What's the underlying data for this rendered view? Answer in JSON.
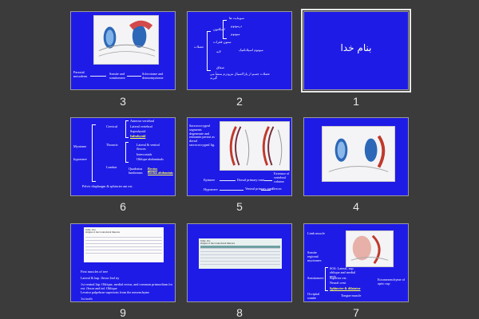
{
  "slides": [
    {
      "number": "3",
      "texts": [
        "Paraxial mesoderm",
        "Somite and somitomere",
        "Sclerotome and dermomyotome"
      ]
    },
    {
      "number": "2",
      "texts": [
        "سومایت ها",
        "اسکلتون",
        "درموتوم",
        "میوتوم",
        "عضلات",
        "ستون فقرات",
        "میوتوم اسپلانکنیک",
        "لایه",
        "صفاق",
        "عضلات جسم از پاراکسیال مزودرم منشأ می گیرند"
      ]
    },
    {
      "number": "1",
      "texts": [
        "بنام خدا"
      ]
    },
    {
      "number": "6",
      "texts": [
        "Anterior vertebral",
        "Cervical",
        "Lateral vertebral",
        "Suprahyoid",
        "Infrahyoid",
        "Myotome",
        "hypomere",
        "Thoracic",
        "Lateral & ventral flexors",
        "Intercostals",
        "Oblique abdominals",
        "Lumbar",
        "Quadratus lumborum",
        "Rectus",
        "Rectus abdominis",
        "Pelvic diaphragm & sphincter ani ext."
      ]
    },
    {
      "number": "5",
      "texts": [
        "Sacrococcygeal segments degenerate and remnants persist as dorsal sacrococcygeal lig.",
        "Epimere",
        "Dorsal primary rami",
        "Extensor of vertebral column",
        "Hypomere",
        "Ventral primary rami",
        "flexors"
      ]
    },
    {
      "number": "4",
      "texts": []
    },
    {
      "number": "9",
      "texts": [
        "Table 10.2",
        "Origins of the Craniofacial Muscles",
        "First muscles of tree",
        "Lateral & hap. flexor 2nd try",
        "1st ventral hip: Oblique, medial rectus, and common primordium for ext. flexor and inf. Oblique",
        "Levator palpebrae superioris from the mesenchyme",
        "1st tooth"
      ]
    },
    {
      "number": "8",
      "texts": [
        "Table 10.1",
        "Origins of the Craniofacial Muscles"
      ]
    },
    {
      "number": "7",
      "texts": [
        "Limb muscle",
        "Somite regional myotomes",
        "Somitomere",
        "SO4: Lateral, sup. oblique and medial rects",
        "Superior ext.",
        "Occipital somite",
        "Sphincter & dilatator",
        "Tongue muscle",
        "Neural crest",
        "Ectomesenchyme of optic cup"
      ]
    }
  ],
  "colors": {
    "slide_bg": "#1f1be6",
    "window_bg": "#3b3b3b",
    "text": "#ffffff",
    "highlight": "#ffff55"
  },
  "selected_slide": "1"
}
